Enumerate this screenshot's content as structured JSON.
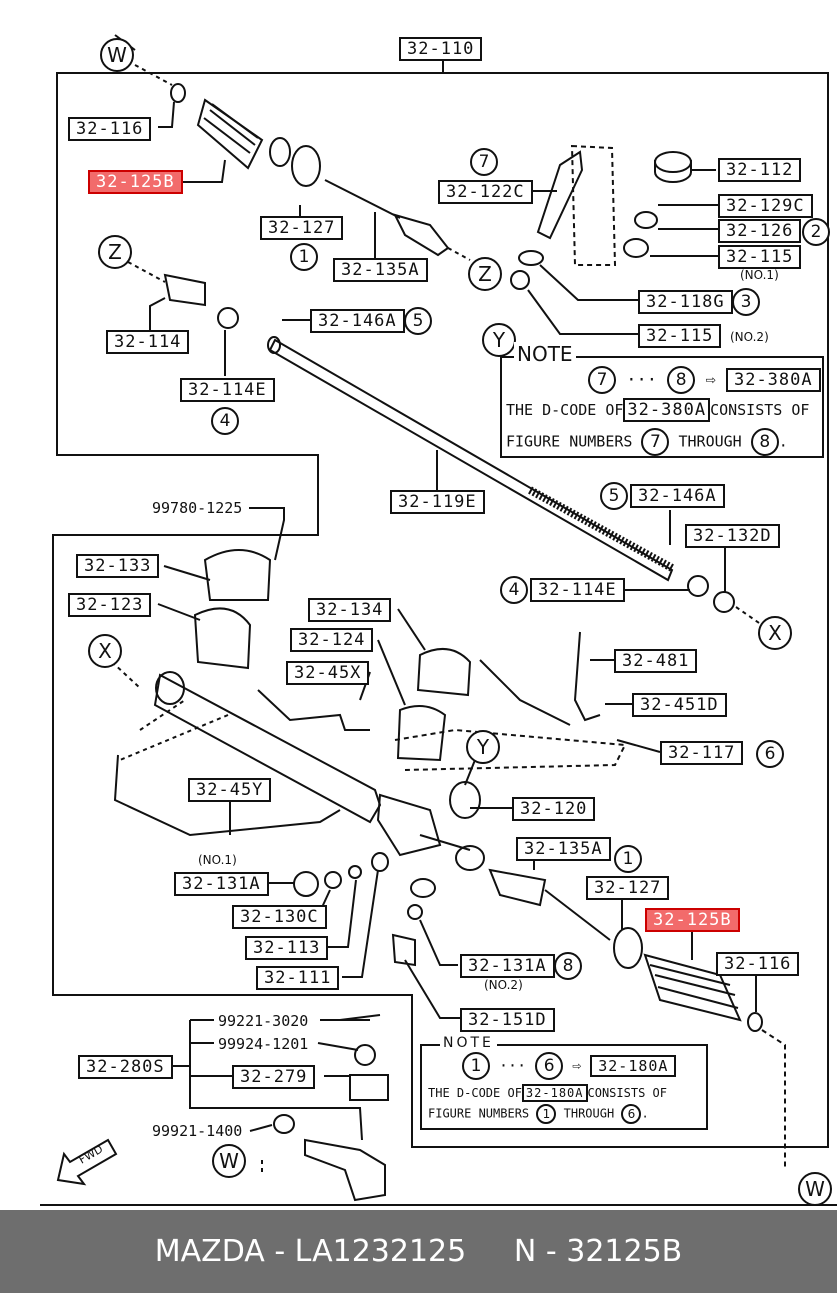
{
  "labels": {
    "p32_110": "32-110",
    "p32_116_top": "32-116",
    "p32_125B_top": "32-125B",
    "p32_127_top": "32-127",
    "p32_135A_top": "32-135A",
    "p32_122C": "32-122C",
    "p32_112": "32-112",
    "p32_129C": "32-129C",
    "p32_126": "32-126",
    "p32_115_no1": "32-115",
    "p32_118G": "32-118G",
    "p32_115_no2": "32-115",
    "p32_114": "32-114",
    "p32_114E_top": "32-114E",
    "p32_146A_top": "32-146A",
    "p32_119E": "32-119E",
    "p32_146A_mid": "32-146A",
    "p32_132D": "32-132D",
    "p32_114E_mid": "32-114E",
    "p32_133": "32-133",
    "p32_123": "32-123",
    "p32_134": "32-134",
    "p32_124": "32-124",
    "p32_45X": "32-45X",
    "p32_481": "32-481",
    "p32_451D": "32-451D",
    "p32_117": "32-117",
    "p32_45Y": "32-45Y",
    "p32_120": "32-120",
    "p32_135A_bot": "32-135A",
    "p32_127_bot": "32-127",
    "p32_125B_bot": "32-125B",
    "p32_116_bot": "32-116",
    "p32_131A_no1": "32-131A",
    "p32_130C": "32-130C",
    "p32_113": "32-113",
    "p32_111": "32-111",
    "p32_131A_no2": "32-131A",
    "p32_151D": "32-151D",
    "p32_280S": "32-280S",
    "p32_279": "32-279"
  },
  "plain_numbers": {
    "n99780": "99780-1225",
    "n99221": "99221-3020",
    "n99924": "99924-1201",
    "n99921": "99921-1400"
  },
  "tags": {
    "no1_a": "(NO.1)",
    "no2_a": "(NO.2)",
    "no1_b": "(NO.1)",
    "no2_b": "(NO.2)"
  },
  "callouts": {
    "W": "W",
    "Z": "Z",
    "Y": "Y",
    "X": "X",
    "c1": "1",
    "c2": "2",
    "c3": "3",
    "c4": "4",
    "c5": "5",
    "c6": "6",
    "c7": "7",
    "c8": "8"
  },
  "note_top": {
    "title": "NOTE",
    "line1_code": "32-380A",
    "line2_pre": "THE D-CODE OF",
    "line2_code": "32-380A",
    "line2_post": "CONSISTS OF",
    "line3_pre": "FIGURE NUMBERS",
    "line3_mid": "THROUGH",
    "from": "7",
    "to": "8",
    "dots": "···",
    "arrow": "⇨"
  },
  "note_bottom": {
    "title": "NOTE",
    "line1_code": "32-180A",
    "line2_pre": "THE D-CODE OF",
    "line2_code": "32-180A",
    "line2_post": "CONSISTS OF",
    "line3_pre": "FIGURE NUMBERS",
    "line3_mid": "THROUGH",
    "from": "1",
    "to": "6",
    "dots": "···",
    "arrow": "⇨"
  },
  "fwd_label": "FWD",
  "footer": {
    "brand": "MAZDA - LA1232125",
    "number": "N - 32125B"
  },
  "colors": {
    "highlight": "#f26b6b",
    "footer_bg": "#6e6e6e",
    "ink": "#111111"
  }
}
